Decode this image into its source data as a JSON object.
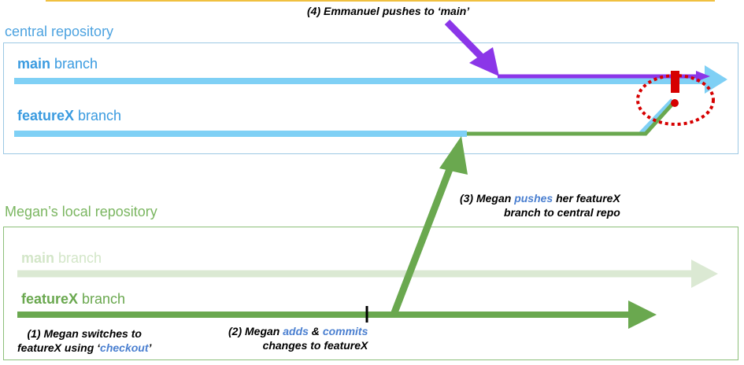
{
  "central": {
    "title": "central repository",
    "main": {
      "name": "main",
      "suffix": " branch"
    },
    "feature": {
      "name": "featureX",
      "suffix": " branch"
    }
  },
  "local": {
    "title": "Megan’s local repository",
    "main": {
      "name": "main",
      "suffix": " branch"
    },
    "feature": {
      "name": "featureX",
      "suffix": " branch"
    }
  },
  "steps": {
    "step4": "(4) Emmanuel pushes to ‘main’",
    "step3_pre": "(3) Megan ",
    "step3_kw": "pushes",
    "step3_post": " her featureX",
    "step3_line2": "branch to central repo",
    "step1_line1": "(1) Megan switches to",
    "step1_pre": "featureX using ‘",
    "step1_kw": "checkout",
    "step1_post": "’",
    "step2_pre": "(2) Megan ",
    "step2_kw1": "adds",
    "step2_mid": " & ",
    "step2_kw2": "commits",
    "step2_line2": "changes to featureX"
  },
  "conflict_mark": "!",
  "colors": {
    "central_border": "#9cc8e4",
    "local_border": "#8dc07a",
    "blue_arrow": "#7fd0f5",
    "green_arrow": "#6aa84f",
    "faded_arrow": "#dbe9d3",
    "purple": "#8b36e8",
    "warning": "#d60000",
    "top_rule": "#f0c040"
  }
}
